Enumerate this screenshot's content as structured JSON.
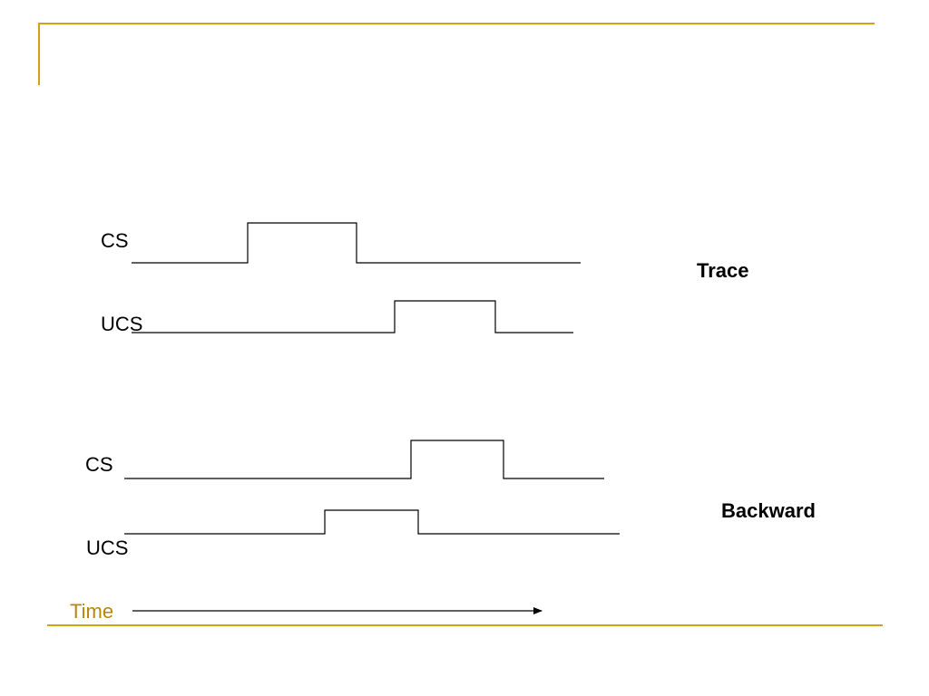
{
  "colors": {
    "accent": "#d4a017",
    "time_label": "#b8860b",
    "signal": "#000000"
  },
  "trace": {
    "title": "Trace",
    "cs_label": "CS",
    "ucs_label": "UCS"
  },
  "backward": {
    "title": "Backward",
    "cs_label": "CS",
    "ucs_label": "UCS"
  },
  "time_axis": {
    "label": "Time"
  }
}
